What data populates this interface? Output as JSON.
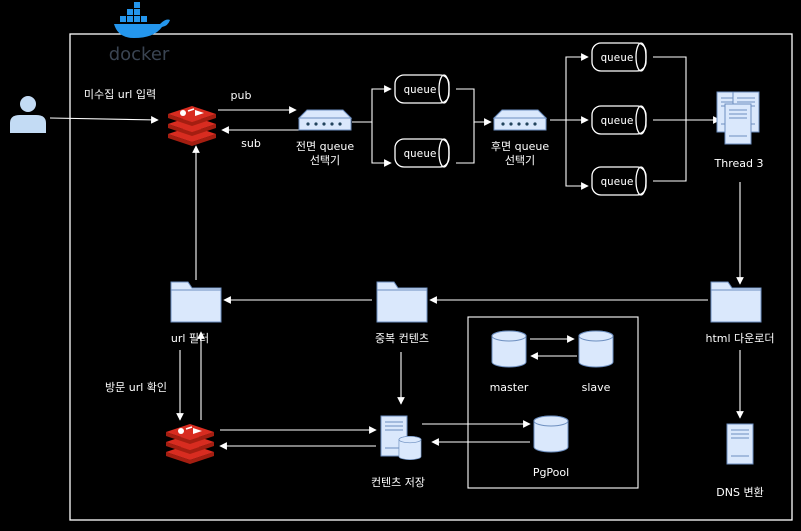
{
  "docker_logo_text": "docker",
  "labels": {
    "input": "미수집 url 입력",
    "pub": "pub",
    "sub": "sub",
    "front_selector_1": "전면 queue",
    "front_selector_2": "선택기",
    "back_selector_1": "후면 queue",
    "back_selector_2": "선택기",
    "queue": "queue",
    "thread": "Thread 3",
    "html_downloader": "html 다운로더",
    "duplicate_content": "중복 컨텐츠",
    "url_filter": "url 필터",
    "visited_check": "방문 url 확인",
    "content_store": "컨텐츠 저장",
    "master": "master",
    "slave": "slave",
    "pgpool": "PgPool",
    "dns": "DNS 변환"
  },
  "colors": {
    "background": "#000000",
    "line": "#ffffff",
    "icon_fill": "#dae8fc",
    "icon_stroke": "#6c8ebf",
    "user_fill": "#c3dbf4",
    "redis_dark": "#a41e11",
    "redis_mid": "#d82c20",
    "docker_blue": "#2496ed"
  }
}
